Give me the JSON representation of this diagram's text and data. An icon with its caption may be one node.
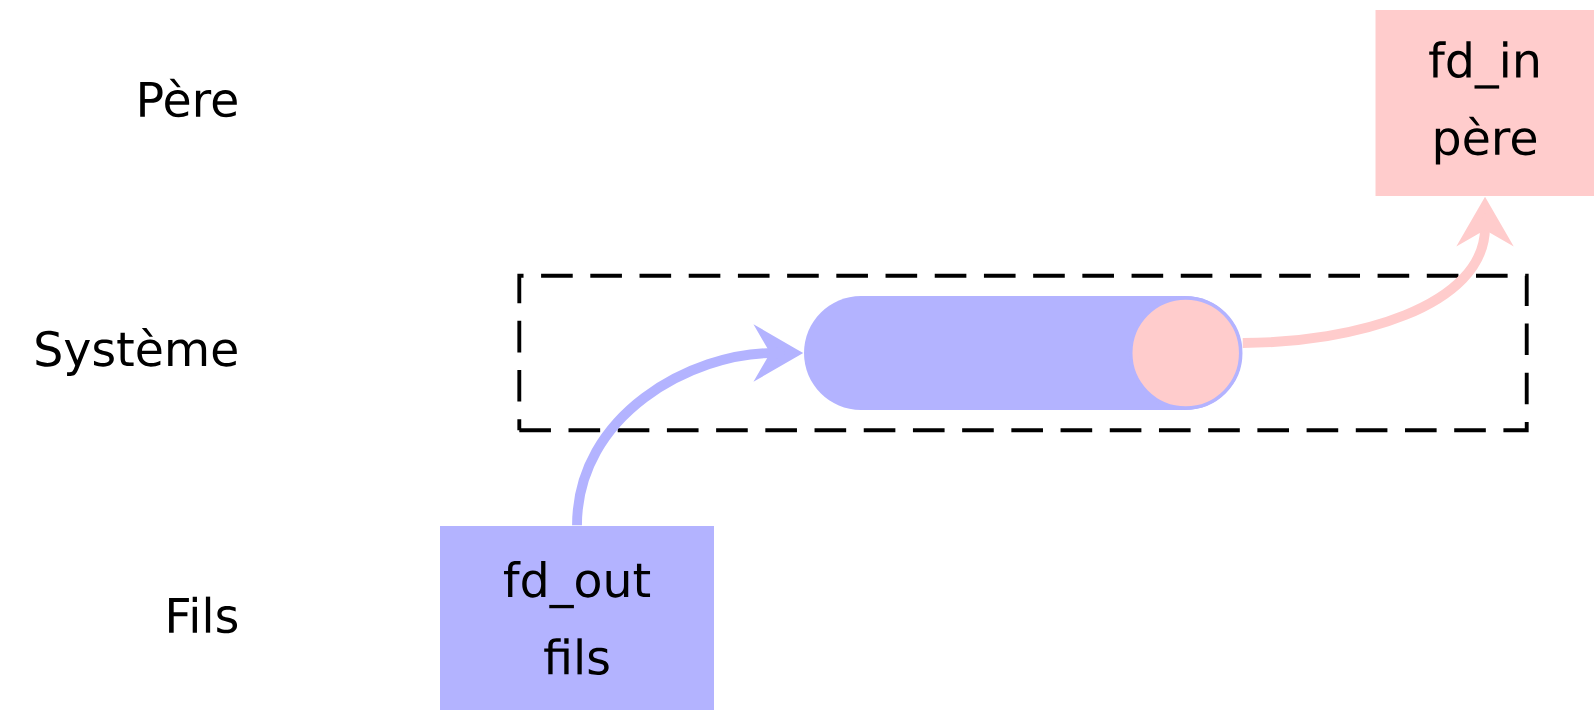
{
  "diagram": {
    "nodes": [
      {
        "text": [],
        "shape": "box"
      },
      {
        "text": [],
        "shape": "cylinder",
        "in": 0
      },
      {
        "text": [
          "fd_out fils"
        ]
      },
      {
        "text": [
          "fd_in père"
        ]
      }
    ],
    "edges": [
      {
        "from": 2,
        "to": 1,
        "arrow": "to",
        "color": "#b3b3ff"
      },
      {
        "from": 1,
        "to": 3,
        "arrow": "to",
        "color": "#ffcccc"
      }
    ],
    "labels": [
      "Père",
      "Système",
      "Fils"
    ]
  }
}
